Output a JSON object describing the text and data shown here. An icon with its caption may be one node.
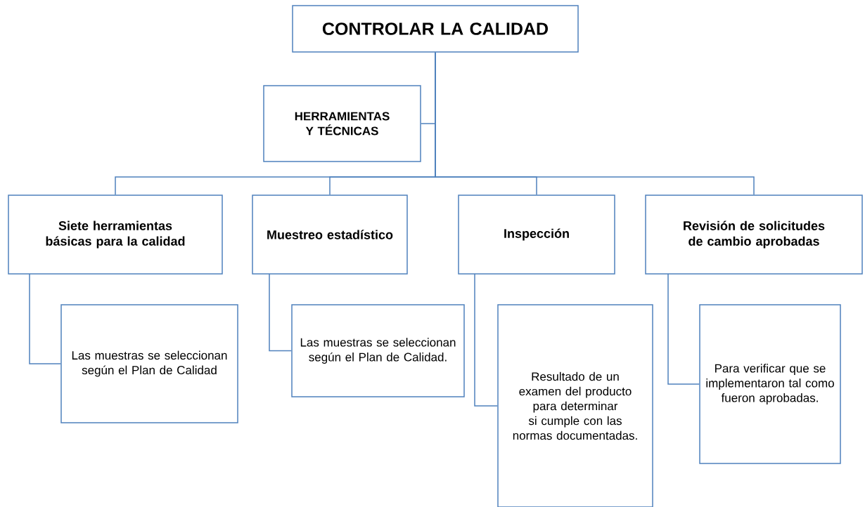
{
  "diagram": {
    "nodes": [
      {
        "text": [
          "CONTROLAR LA CALIDAD"
        ]
      },
      {
        "text": [
          "HERRAMIENTAS Y TÉCNICAS"
        ]
      },
      {
        "text": [
          "Siete herramientas básicas para la calidad"
        ]
      },
      {
        "text": [
          "Muestreo estadístico"
        ]
      },
      {
        "text": [
          "Inspección"
        ]
      },
      {
        "text": [
          "Revisión de solicitudes de cambio aprobadas"
        ]
      },
      {
        "text": [
          "Las muestras se seleccionan según el Plan de Calidad"
        ]
      },
      {
        "text": [
          "Las muestras se seleccionan según el Plan de Calidad."
        ]
      },
      {
        "text": [
          "Resultado de un examen del producto para determinar si cumple con las normas documentadas."
        ]
      },
      {
        "text": [
          "Para verificar que se implementaron tal como fueron aprobadas."
        ]
      }
    ],
    "edges": [
      {
        "from": 0,
        "to": 1,
        "arrow": "none"
      },
      {
        "from": 0,
        "to": 2,
        "arrow": "none"
      },
      {
        "from": 0,
        "to": 3,
        "arrow": "none"
      },
      {
        "from": 0,
        "to": 4,
        "arrow": "none"
      },
      {
        "from": 0,
        "to": 5,
        "arrow": "none"
      },
      {
        "from": 2,
        "to": 6,
        "arrow": "none"
      },
      {
        "from": 3,
        "to": 7,
        "arrow": "none"
      },
      {
        "from": 4,
        "to": 8,
        "arrow": "none"
      },
      {
        "from": 5,
        "to": 9,
        "arrow": "none"
      }
    ]
  }
}
